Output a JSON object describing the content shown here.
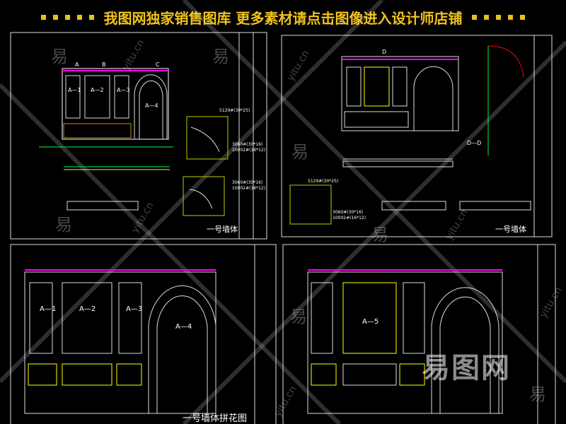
{
  "banner": {
    "text": "我图网独家销售图库  更多素材请点击图像进入设计师店铺"
  },
  "sheets": {
    "top_left": {
      "title": "一号墙体",
      "grid_labels": [
        "A",
        "B",
        "C"
      ],
      "panel_labels": [
        "A—1",
        "A—2",
        "A—3",
        "A—4"
      ],
      "specs": [
        "5129#(30*25)",
        "3060#(30*16)",
        "10002#(16*12)",
        "3060#(30*16)",
        "10002#(16*12)"
      ]
    },
    "top_right": {
      "title": "一号墙体",
      "section_label": "D—D",
      "grid_labels": [
        "D"
      ],
      "specs": [
        "5129#(30*25)",
        "3060#(30*16)",
        "10002#(16*12)"
      ]
    },
    "bottom_left": {
      "title": "一号墙体拼花图",
      "panel_labels": [
        "A—1",
        "A—2",
        "A—3",
        "A—4"
      ]
    },
    "bottom_right": {
      "panel_labels": [
        "A—5"
      ]
    }
  },
  "watermarks": {
    "glyph": "易",
    "site": "yitu.cn",
    "logo": "易图网"
  },
  "colors": {
    "banner": "#f0c21c",
    "line": "#ffffff",
    "dim": "#00ff3c",
    "accent": "#ff00ff",
    "frame": "#c8c800"
  }
}
